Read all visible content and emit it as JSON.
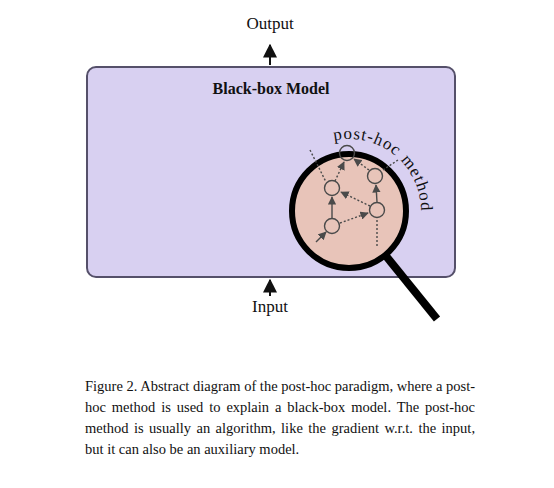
{
  "diagram": {
    "caption": "Figure 2. Abstract diagram of the post-hoc paradigm, where a post-hoc method is used to explain a black-box model. The post-hoc method is usually an algorithm, like the gradient w.r.t. the input, but it can also be an auxiliary model.",
    "nodes": [
      {
        "text": [
          "Black-box Model"
        ]
      },
      {
        "text": [
          "post-hoc method"
        ],
        "in": 0
      }
    ],
    "labels": [
      "Output",
      "Input"
    ]
  }
}
